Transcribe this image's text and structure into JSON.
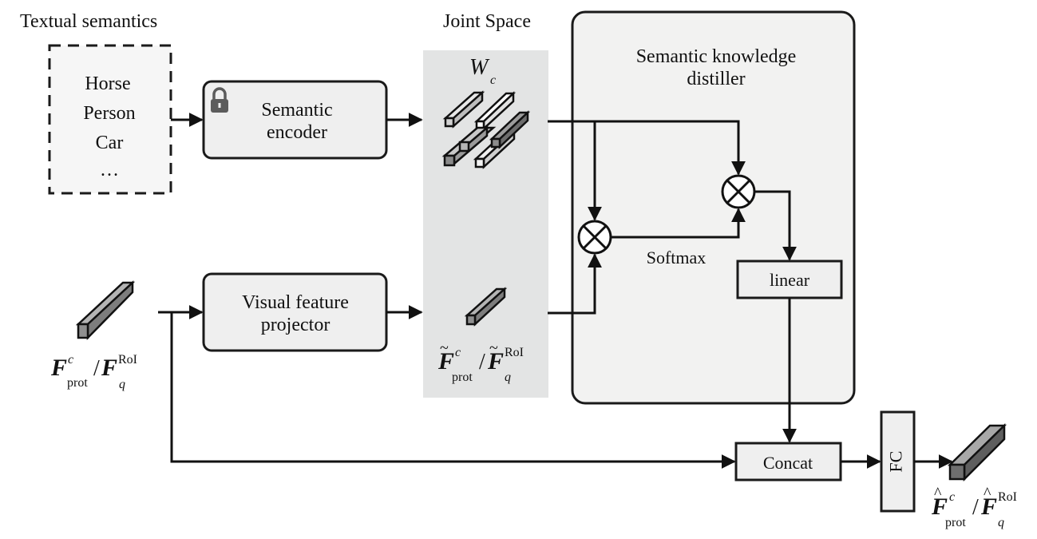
{
  "labels": {
    "textual_semantics": "Textual semantics",
    "joint_space": "Joint Space",
    "distiller_title_line1": "Semantic knowledge",
    "distiller_title_line2": "distiller",
    "softmax": "Softmax"
  },
  "textual_classes": [
    "Horse",
    "Person",
    "Car",
    "…"
  ],
  "blocks": {
    "semantic_encoder": [
      "Semantic",
      "encoder"
    ],
    "visual_projector": [
      "Visual feature",
      "projector"
    ],
    "linear": "linear",
    "concat": "Concat",
    "fc": "FC"
  },
  "math": {
    "wc": {
      "base": "W",
      "sub": "c"
    },
    "input_feature": {
      "base1": "F",
      "sup1": "c",
      "sub1": "prot",
      "slash": "/",
      "base2": "F",
      "sup2": "RoI",
      "sub2": "q",
      "accent": ""
    },
    "projected_feature": {
      "base1": "F",
      "sup1": "c",
      "sub1": "prot",
      "slash": "/",
      "base2": "F",
      "sup2": "RoI",
      "sub2": "q",
      "accent": "~"
    },
    "output_feature": {
      "base1": "F",
      "sup1": "c",
      "sub1": "prot",
      "slash": "/",
      "base2": "F",
      "sup2": "RoI",
      "sub2": "q",
      "accent": "^"
    }
  },
  "icons": {
    "lock": "lock-icon",
    "multiply": "circled-times-icon",
    "feature_vector": "feature-cuboid-icon"
  },
  "colors": {
    "joint_space_bg": "#e3e4e4",
    "distiller_bg": "#f2f2f1",
    "block_fill": "#efefef",
    "stroke": "#111111",
    "cuboid_light": "#d2d2d2",
    "cuboid_mid": "#a0a0a0",
    "cuboid_dark": "#6d6d6d"
  }
}
